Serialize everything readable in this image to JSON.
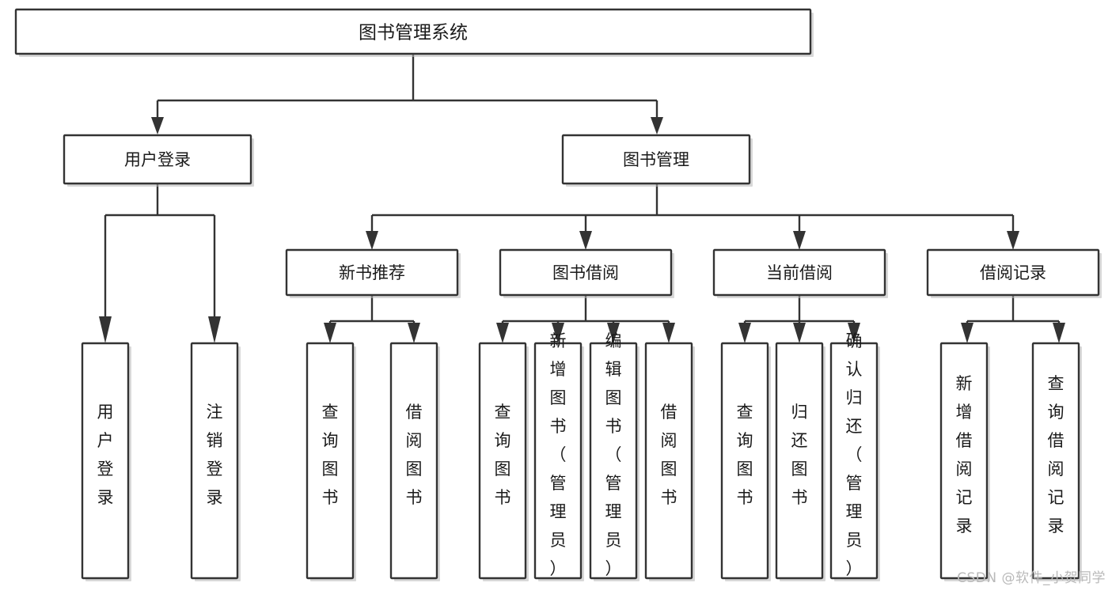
{
  "diagram": {
    "type": "tree",
    "title": "图书管理系统",
    "watermark": "CSDN @软件_小贺同学",
    "colors": {
      "box_fill": "#ffffff",
      "box_stroke": "#333333",
      "text": "#1a1a1a",
      "watermark": "#b9b9b9",
      "background": "#ffffff"
    },
    "nodes": {
      "root": {
        "label": "图书管理系统"
      },
      "level2": [
        {
          "label": "用户登录"
        },
        {
          "label": "图书管理"
        }
      ],
      "level3": [
        {
          "label": "新书推荐"
        },
        {
          "label": "图书借阅"
        },
        {
          "label": "当前借阅"
        },
        {
          "label": "借阅记录"
        }
      ],
      "leaves": {
        "user_login": [
          {
            "label": "用户登录"
          },
          {
            "label": "注销登录"
          }
        ],
        "new_book": [
          {
            "label": "查询图书"
          },
          {
            "label": "借阅图书"
          }
        ],
        "book_borrow": [
          {
            "label": "查询图书"
          },
          {
            "label": "新增图书（管理员）"
          },
          {
            "label": "编辑图书（管理员）"
          },
          {
            "label": "借阅图书"
          }
        ],
        "current_borrow": [
          {
            "label": "查询图书"
          },
          {
            "label": "归还图书"
          },
          {
            "label": "确认归还（管理员）"
          }
        ],
        "borrow_record": [
          {
            "label": "新增借阅记录"
          },
          {
            "label": "查询借阅记录"
          }
        ]
      }
    }
  }
}
